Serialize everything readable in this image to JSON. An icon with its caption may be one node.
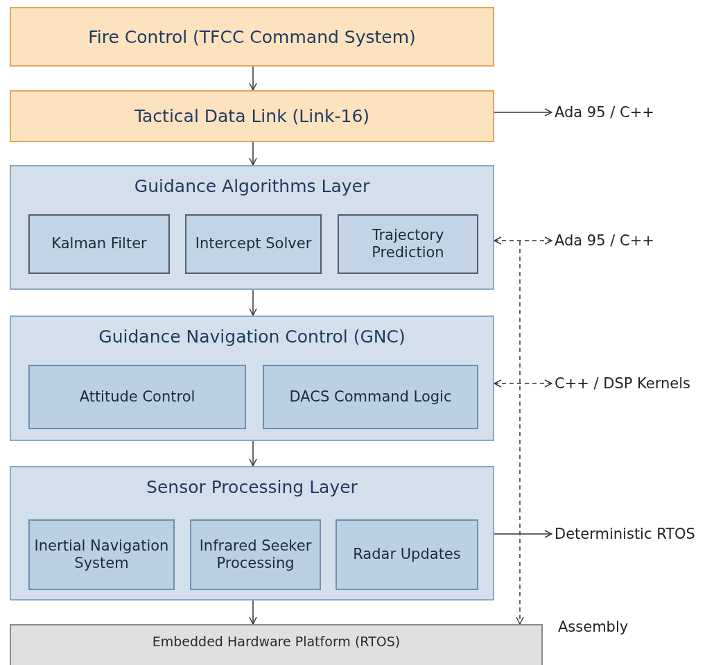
{
  "diagram": {
    "nodes": [
      {
        "text": [
          "Fire Control (TFCC Command System)"
        ]
      },
      {
        "text": [
          "Tactical Data Link (Link-16)"
        ]
      },
      {
        "text": [
          "Guidance Algorithms Layer"
        ]
      },
      {
        "text": [
          "Kalman Filter"
        ],
        "in": 2
      },
      {
        "text": [
          "Intercept Solver"
        ],
        "in": 2
      },
      {
        "text": [
          "Trajectory Prediction"
        ],
        "in": 2
      },
      {
        "text": [
          "Guidance Navigation Control (GNC)"
        ]
      },
      {
        "text": [
          "Attitude Control"
        ],
        "in": 6
      },
      {
        "text": [
          "DACS Command Logic"
        ],
        "in": 6
      },
      {
        "text": [
          "Sensor Processing Layer"
        ]
      },
      {
        "text": [
          "Inertial Navigation System"
        ],
        "in": 9
      },
      {
        "text": [
          "Infrared Seeker Processing"
        ],
        "in": 9
      },
      {
        "text": [
          "Radar Updates"
        ],
        "in": 9
      },
      {
        "text": [
          "Embedded Hardware Platform (RTOS)"
        ],
        "beside": [
          "Assembly"
        ]
      },
      {
        "text": [
          "Ada 95 / C++"
        ]
      },
      {
        "text": [
          "Ada 95 / C++"
        ]
      },
      {
        "text": [
          "C++ / DSP Kernels"
        ]
      },
      {
        "text": [
          "Deterministic RTOS"
        ]
      }
    ],
    "edges": [
      {
        "from": 0,
        "to": 1,
        "arrow": "to"
      },
      {
        "from": 1,
        "to": 2,
        "arrow": "to"
      },
      {
        "from": 2,
        "to": 6,
        "arrow": "to"
      },
      {
        "from": 6,
        "to": 9,
        "arrow": "to"
      },
      {
        "from": 9,
        "to": 13,
        "arrow": "to"
      },
      {
        "from": 1,
        "to": 14,
        "arrow": "to"
      },
      {
        "from": 2,
        "to": 15,
        "arrow": "both",
        "style": "dashed"
      },
      {
        "from": 6,
        "to": 16,
        "arrow": "both",
        "style": "dashed"
      },
      {
        "from": 9,
        "to": 17,
        "arrow": "to"
      },
      {
        "from": null,
        "to": 13,
        "arrow": "to",
        "style": "dashed"
      }
    ]
  }
}
